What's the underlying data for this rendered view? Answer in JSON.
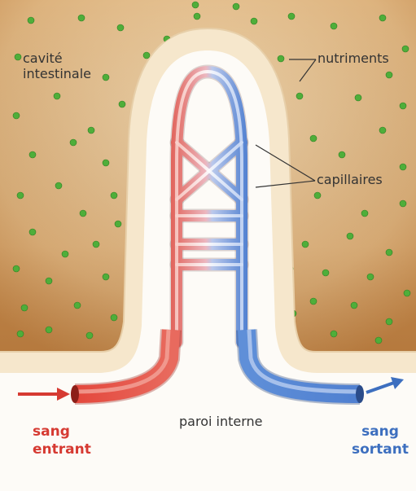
{
  "labels": {
    "cavity_line1": "cavité",
    "cavity_line2": "intestinale",
    "nutrients": "nutriments",
    "capillaries": "capillaires",
    "inner_wall": "paroi interne",
    "blood_in_line1": "sang",
    "blood_in_line2": "entrant",
    "blood_out_line1": "sang",
    "blood_out_line2": "sortant"
  },
  "colors": {
    "blood_in": "#d63a32",
    "blood_out": "#3d6fbf",
    "nutrient": "#4fae3a",
    "cavity": "#d9b487",
    "wall": "#f6e7cc"
  }
}
